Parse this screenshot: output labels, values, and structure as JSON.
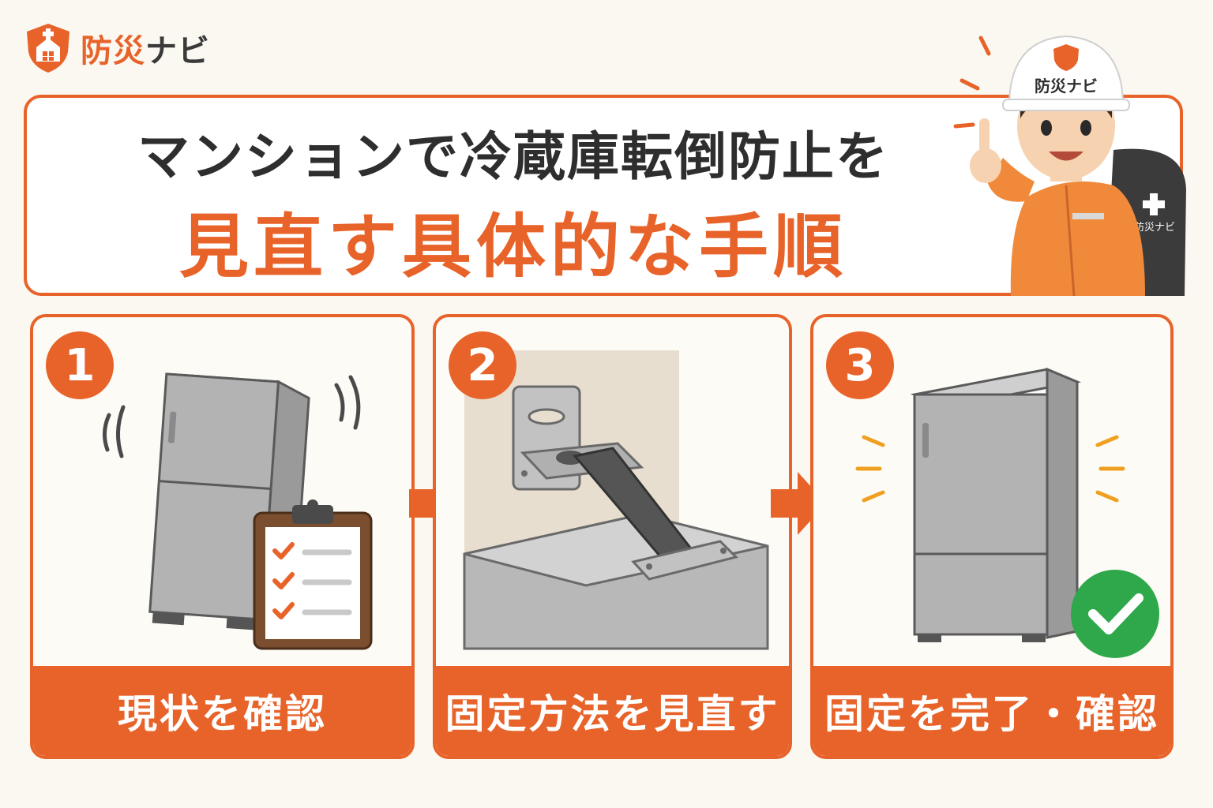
{
  "brand": {
    "name_part1": "防災",
    "name_part2": "ナビ"
  },
  "title": {
    "line1": "マンションで冷蔵庫転倒防止を",
    "line2": "見直す具体的な手順"
  },
  "mascot": {
    "helmet_text": "防災ナビ",
    "bag_text": "防災ナビ"
  },
  "steps": [
    {
      "number": "1",
      "label": "現状を確認"
    },
    {
      "number": "2",
      "label": "固定方法を見直す"
    },
    {
      "number": "3",
      "label": "固定を完了・確認"
    }
  ],
  "colors": {
    "accent": "#e8632a",
    "dark_text": "#2e2e2e",
    "check_green": "#2ea84a"
  },
  "icons": [
    "shield-house-icon",
    "clipboard-checklist-icon",
    "wall-bracket-strap-icon",
    "check-circle-icon",
    "arrow-right-icon"
  ]
}
